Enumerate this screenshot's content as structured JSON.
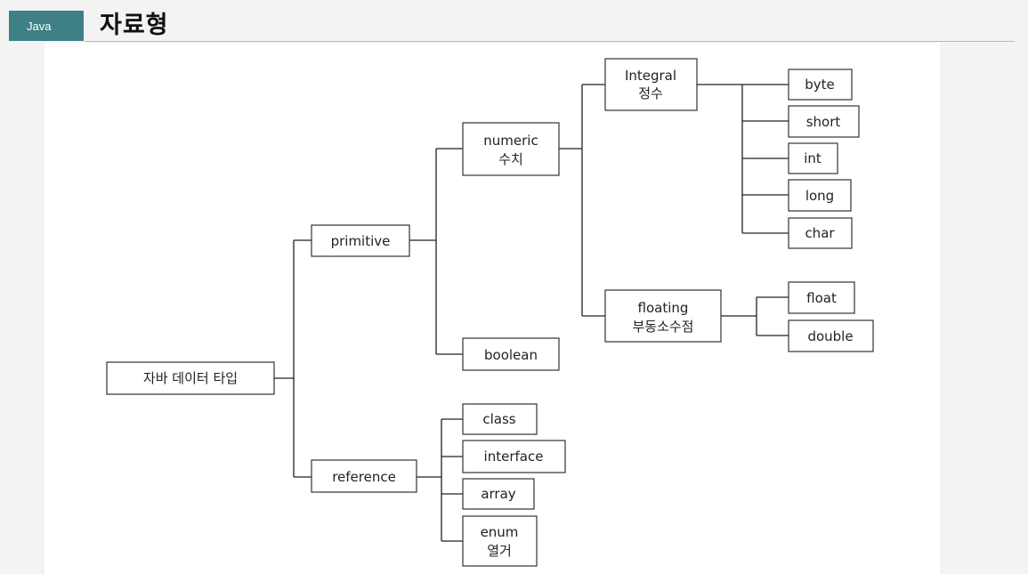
{
  "header": {
    "tag_label": "Java",
    "title": "자료형"
  },
  "diagram": {
    "root": "자바 데이터 타입",
    "primitive": "primitive",
    "reference": "reference",
    "numeric": [
      "numeric",
      "수치"
    ],
    "boolean": "boolean",
    "integral": [
      "Integral",
      "정수"
    ],
    "floating": [
      "floating",
      "부동소수점"
    ],
    "byte": "byte",
    "short": "short",
    "int": "int",
    "long": "long",
    "char": "char",
    "float": "float",
    "double": "double",
    "class": "class",
    "interface": "interface",
    "array": "array",
    "enum": [
      "enum",
      "열거"
    ]
  }
}
